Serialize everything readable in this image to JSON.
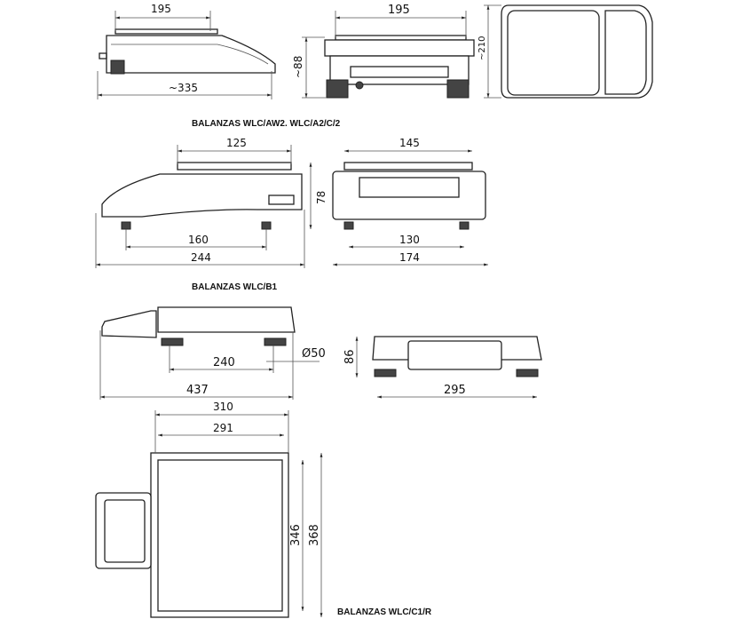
{
  "sections": [
    {
      "title": "BALANZAS WLC/AW2. WLC/A2/C/2",
      "dims": {
        "side_pan": "195",
        "side_length": "~335",
        "front_pan": "195",
        "height": "~88",
        "depth": "~210"
      }
    },
    {
      "title": "BALANZAS WLC/B1",
      "dims": {
        "pan_side": "125",
        "height": "78",
        "feet_side": "160",
        "length": "244",
        "pan_front": "145",
        "feet_front": "130",
        "width": "174"
      }
    },
    {
      "title": "",
      "dims": {
        "feet_side": "240",
        "foot_diameter": "Ø50",
        "length": "437",
        "height": "86",
        "feet_front": "295"
      }
    },
    {
      "title": "BALANZAS WLC/C1/R",
      "dims": {
        "outer_width": "310",
        "inner_width": "291",
        "inner_depth": "346",
        "outer_depth": "368"
      }
    }
  ]
}
